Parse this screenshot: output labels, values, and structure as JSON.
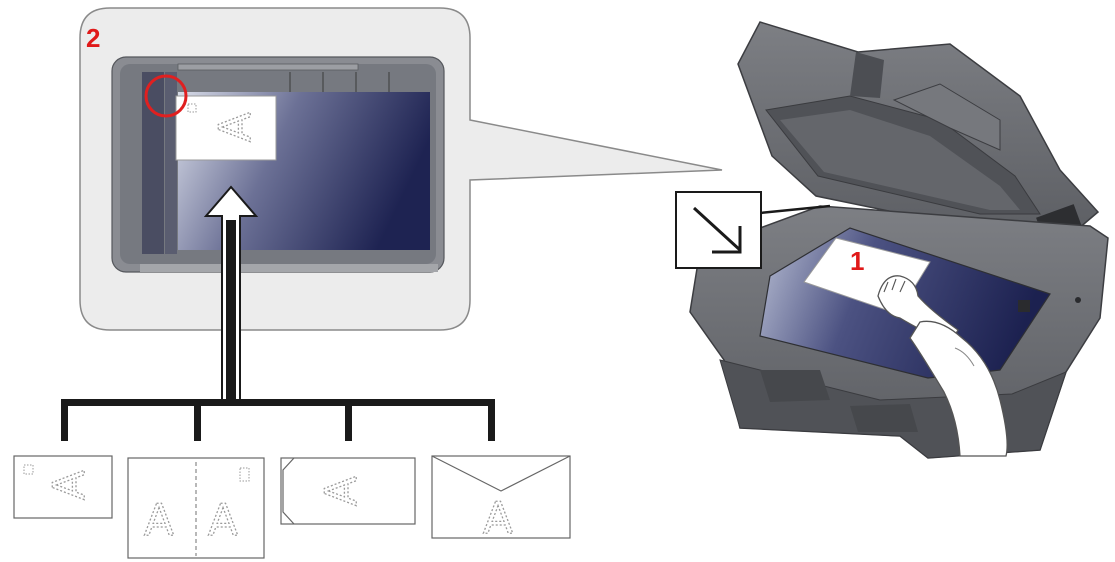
{
  "steps": {
    "step_1": "1",
    "step_2": "2"
  },
  "original": {
    "letter": "A"
  },
  "originals_variants": [
    "sheet-with-corner-mark",
    "open-book",
    "envelope-with-flap-on-side",
    "envelope-with-top-flap"
  ],
  "icons": {
    "direction_indicator": "arrow-down-right-icon",
    "positioning_mark": "red-circle-top-left-corner"
  },
  "colors": {
    "step_number": "#e01919",
    "callout_marker": "#e02020",
    "glass_dark": "#2a2f5e",
    "machine_body": "#6e7075",
    "connector": "#1a1a1a"
  }
}
